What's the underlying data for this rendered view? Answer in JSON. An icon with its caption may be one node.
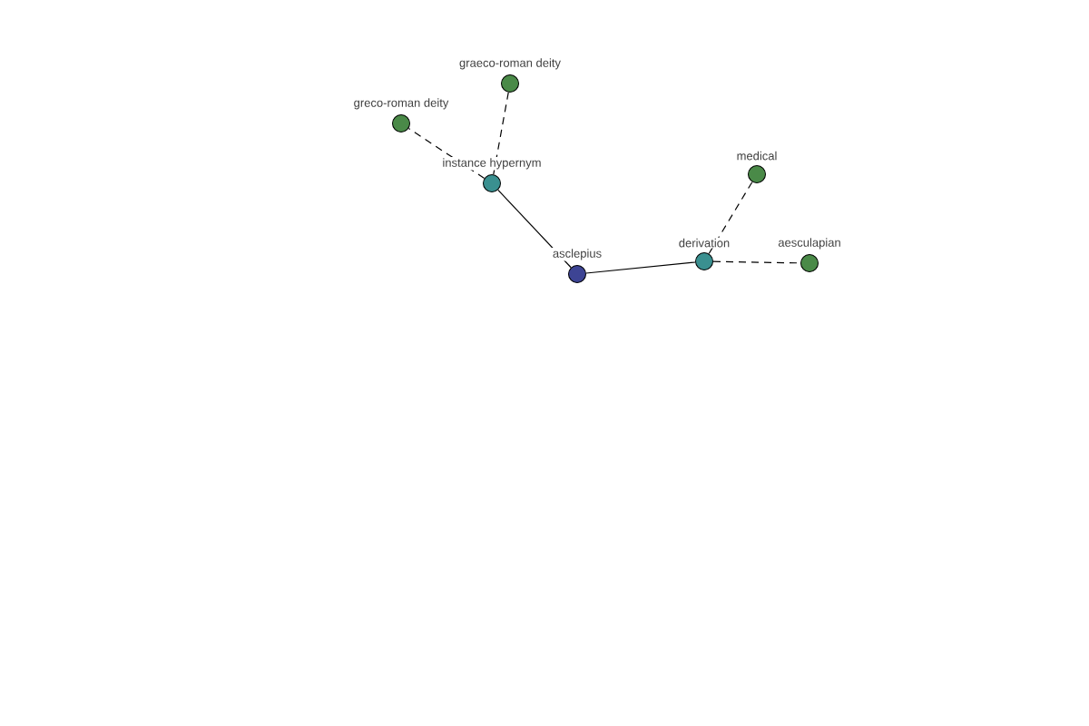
{
  "diagram": {
    "nodes": [
      {
        "text": [
          "asclepius"
        ]
      },
      {
        "text": [
          "instance hypernym"
        ]
      },
      {
        "text": [
          "greco-roman deity"
        ]
      },
      {
        "text": [
          "graeco-roman deity"
        ]
      },
      {
        "text": [
          "derivation"
        ]
      },
      {
        "text": [
          "medical"
        ]
      },
      {
        "text": [
          "aesculapian"
        ]
      }
    ],
    "edges": [
      {
        "from": 0,
        "to": 1,
        "arrow": "none"
      },
      {
        "from": 1,
        "to": 2,
        "arrow": "none",
        "style": "dashed"
      },
      {
        "from": 1,
        "to": 3,
        "arrow": "none",
        "style": "dashed"
      },
      {
        "from": 0,
        "to": 4,
        "arrow": "none"
      },
      {
        "from": 4,
        "to": 5,
        "arrow": "none",
        "style": "dashed"
      },
      {
        "from": 4,
        "to": 6,
        "arrow": "none",
        "style": "dashed"
      }
    ]
  }
}
